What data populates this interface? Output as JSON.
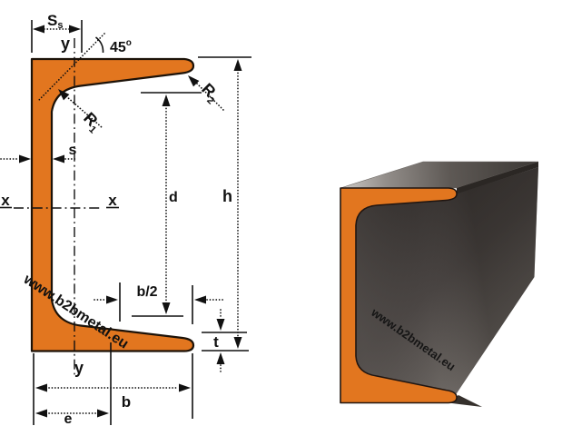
{
  "diagram": {
    "title_semantic": "Channel (UPN) profile cross-section with dimension annotations",
    "watermark": "www.b2bmetal.eu",
    "labels": {
      "ss_main": "S",
      "ss_sub": "s",
      "y_top": "y",
      "y_bottom": "y",
      "angle_value": "45",
      "angle_unit": "o",
      "r1_main": "R",
      "r1_sub": "1",
      "r2_main": "R",
      "r2_sub": "2",
      "web_thickness": "s",
      "x_axis_left": "x",
      "x_axis_right": "x",
      "web_depth": "d",
      "section_height": "h",
      "half_flange_width": "b/2",
      "flange_thickness": "t",
      "flange_width": "b",
      "edge_distance": "e"
    },
    "colors": {
      "profile_fill": "#e2761f",
      "outline": "#1c1208",
      "dimension_ink": "#111111",
      "background": "#ffffff"
    }
  },
  "view3d": {
    "watermark": "www.b2bmetal.eu",
    "colors": {
      "front_face": "#e2761f",
      "steel_dark": "#2e2a28",
      "steel_light": "#8d8783"
    }
  }
}
